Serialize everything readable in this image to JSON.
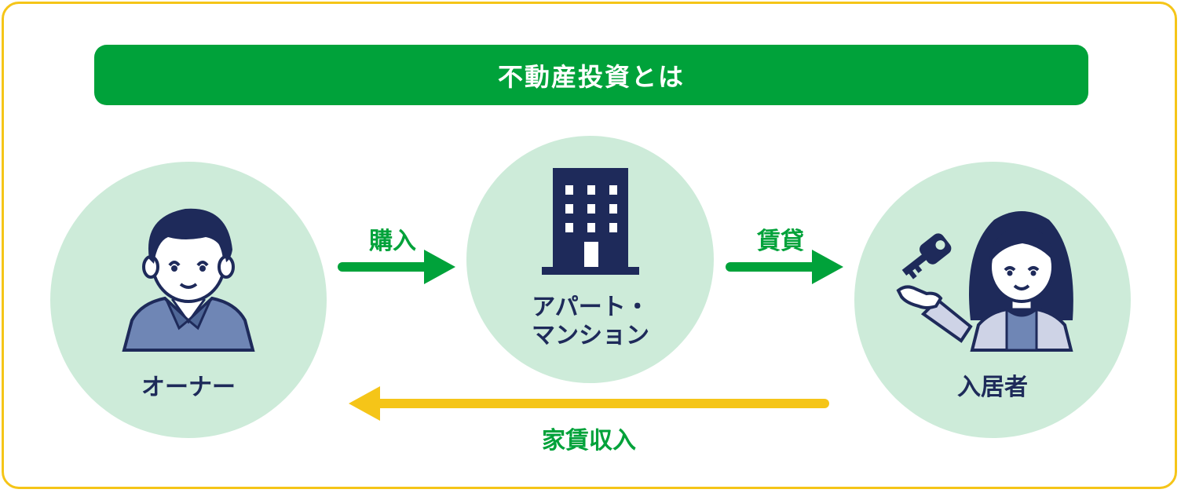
{
  "title": "不動産投資とは",
  "nodes": {
    "owner": "オーナー",
    "building_line1": "アパート・",
    "building_line2": "マンション",
    "tenant": "入居者"
  },
  "flows": {
    "purchase": "購入",
    "rent": "賃貸",
    "income": "家賃収入"
  },
  "colors": {
    "green": "#00a23a",
    "yellow": "#f5c518",
    "navy": "#1e2a5a",
    "circle": "#cdebd9"
  },
  "icons": [
    "businessman-icon",
    "apartment-building-icon",
    "woman-icon",
    "key-icon"
  ]
}
